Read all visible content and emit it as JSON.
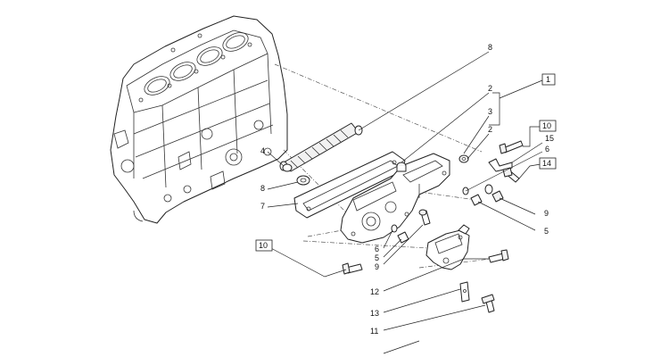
{
  "callouts": [
    {
      "id": "c8a",
      "text": "8"
    },
    {
      "id": "c2a",
      "text": "2"
    },
    {
      "id": "c1",
      "text": "1"
    },
    {
      "id": "c3",
      "text": "3"
    },
    {
      "id": "c2b",
      "text": "2"
    },
    {
      "id": "c10a",
      "text": "10"
    },
    {
      "id": "c15",
      "text": "15"
    },
    {
      "id": "c6a",
      "text": "6"
    },
    {
      "id": "c14",
      "text": "14"
    },
    {
      "id": "c4",
      "text": "4"
    },
    {
      "id": "c8b",
      "text": "8"
    },
    {
      "id": "c7",
      "text": "7"
    },
    {
      "id": "c9a",
      "text": "9"
    },
    {
      "id": "c5a",
      "text": "5"
    },
    {
      "id": "c10b",
      "text": "10"
    },
    {
      "id": "c6b",
      "text": "6"
    },
    {
      "id": "c5b",
      "text": "5"
    },
    {
      "id": "c9b",
      "text": "9"
    },
    {
      "id": "c12",
      "text": "12"
    },
    {
      "id": "c13",
      "text": "13"
    },
    {
      "id": "c11",
      "text": "11"
    }
  ]
}
